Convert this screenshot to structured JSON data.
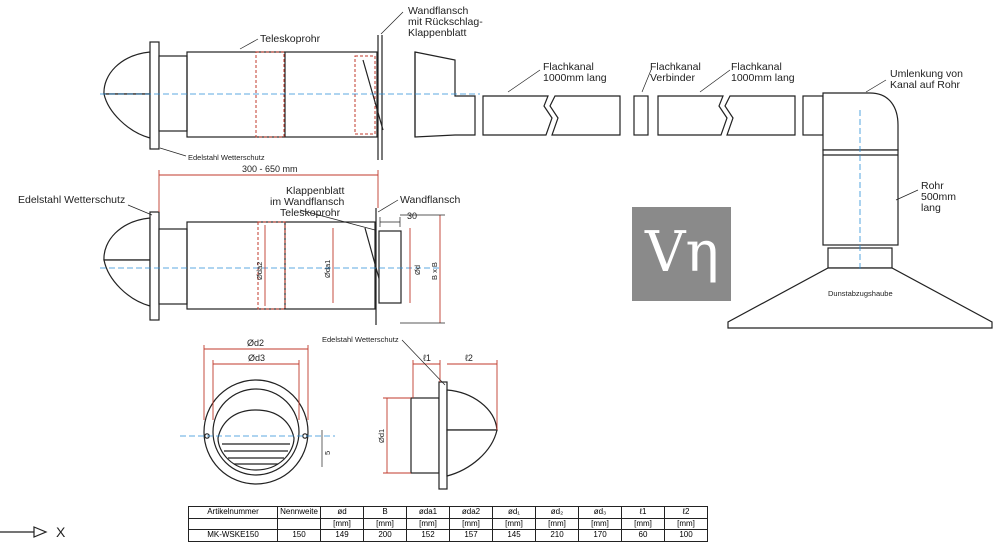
{
  "labels": {
    "teleskoprohr_top": "Teleskoprohr",
    "wandflansch_top": "Wandflansch",
    "wandflansch_top2": "mit Rückschlag-",
    "wandflansch_top3": "Klappenblatt",
    "flachkanal1_a": "Flachkanal",
    "flachkanal1_b": "1000mm lang",
    "verbinder_a": "Flachkanal",
    "verbinder_b": "Verbinder",
    "flachkanal2_a": "Flachkanal",
    "flachkanal2_b": "1000mm lang",
    "umlenkung_a": "Umlenkung von",
    "umlenkung_b": "Kanal auf Rohr",
    "edelstahl_small_top": "Edelstahl Wetterschutz",
    "edelstahl_mid": "Edelstahl Wetterschutz",
    "len_range": "300 - 650 mm",
    "klappenblatt_a": "Klappenblatt",
    "klappenblatt_b": "im Wandflansch",
    "teleskoprohr_mid": "Teleskoprohr",
    "wandflansch_mid": "Wandflansch",
    "dim_30": "30",
    "rohr_a": "Rohr",
    "rohr_b": "500mm",
    "rohr_c": "lang",
    "dunstabzug": "Dunstabzugshaube",
    "d_da2": "Øda2",
    "d_da1": "Øda1",
    "d_d": "Ød",
    "d_bxb": "B x B",
    "d_d2": "Ød2",
    "d_d3": "Ød3",
    "d_5": "5",
    "edelstahl_small_bottom": "Edelstahl Wetterschutz",
    "l1": "ℓ1",
    "l2": "ℓ2",
    "d_d1": "Ød1",
    "axis_x": "X"
  },
  "table": {
    "headers": [
      "Artikelnummer",
      "Nennweite",
      "ød",
      "B",
      "øda1",
      "øda2",
      "ød₁",
      "ød₂",
      "ød₃",
      "ℓ1",
      "ℓ2"
    ],
    "units": [
      "",
      "",
      "[mm]",
      "[mm]",
      "[mm]",
      "[mm]",
      "[mm]",
      "[mm]",
      "[mm]",
      "[mm]",
      "[mm]"
    ],
    "row": [
      "MK-WSKE150",
      "150",
      "149",
      "200",
      "152",
      "157",
      "145",
      "210",
      "170",
      "60",
      "100"
    ]
  },
  "colors": {
    "line": "#222222",
    "hidden": "#c0392b",
    "axis": "#2a8fd8",
    "logo_bg": "#8a8a8a"
  },
  "logo": {
    "letters": "Vη"
  }
}
